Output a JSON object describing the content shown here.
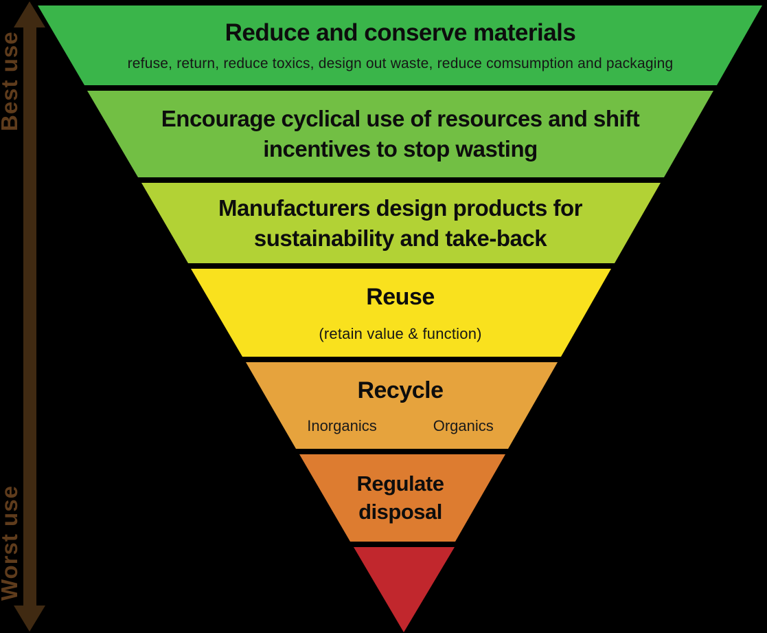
{
  "diagram": {
    "name": "Waste hierarchy inverted pyramid",
    "background_color": "#000000",
    "axis": {
      "top_label": "Best use",
      "bottom_label": "Worst use",
      "arrow_color": "#402a12",
      "label_color": "#5f3c1c"
    },
    "levels": [
      {
        "rank": 1,
        "title": "Reduce and conserve materials",
        "subtitle": "refuse, return, reduce toxics, design out waste, reduce comsumption and packaging",
        "color": "#3ab54a"
      },
      {
        "rank": 2,
        "title": "Encourage cyclical use of resources and shift incentives to stop wasting",
        "color": "#72bf44"
      },
      {
        "rank": 3,
        "title": "Manufacturers design products for sustainability and take-back",
        "color": "#b2d235"
      },
      {
        "rank": 4,
        "title": "Reuse",
        "subtitle": "(retain value & function)",
        "color": "#f9e11e"
      },
      {
        "rank": 5,
        "title": "Recycle",
        "sublabels": {
          "left": "Inorganics",
          "right": "Organics"
        },
        "color": "#e6a33d"
      },
      {
        "rank": 6,
        "title": "Regulate disposal",
        "color": "#dd7c30"
      },
      {
        "rank": 7,
        "title": "",
        "color": "#c1272d"
      }
    ]
  }
}
